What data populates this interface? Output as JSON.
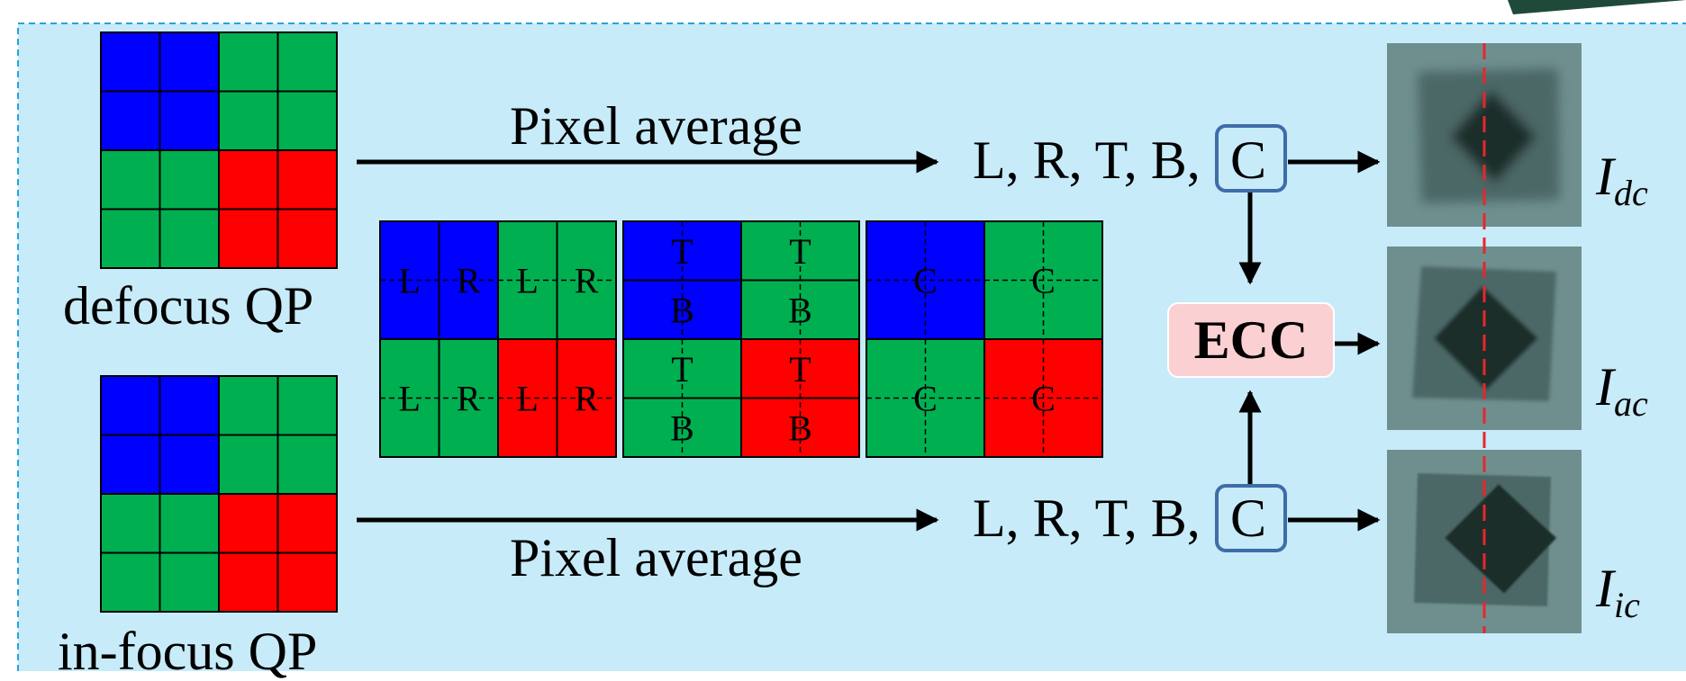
{
  "labels": {
    "top_arrow": "Pixel average",
    "bottom_arrow": "Pixel average",
    "defocus": "defocus QP",
    "infocus": "in-focus QP",
    "seq_prefix": "L, R, T, B,",
    "seq_c": "C",
    "ecc": "ECC",
    "out_dc": {
      "base": "I",
      "sub": "dc"
    },
    "out_ac": {
      "base": "I",
      "sub": "ac"
    },
    "out_ic": {
      "base": "I",
      "sub": "ic"
    }
  },
  "pattern_colors": [
    [
      "blue",
      "green"
    ],
    [
      "green",
      "red"
    ]
  ],
  "cell_letters": {
    "lr": [
      [
        "L",
        "R"
      ]
    ],
    "tb": [
      [
        "T"
      ],
      [
        "B"
      ]
    ],
    "c": [
      [
        "C"
      ]
    ]
  },
  "colors": {
    "blue": "#0000ff",
    "green": "#00b050",
    "red": "#ff0000",
    "background": "#c7ebf9",
    "frame": "#2aa2d8",
    "c_box": "#3e6da7",
    "ecc_fill": "#fbd0d3",
    "guide": "#e8262c"
  }
}
